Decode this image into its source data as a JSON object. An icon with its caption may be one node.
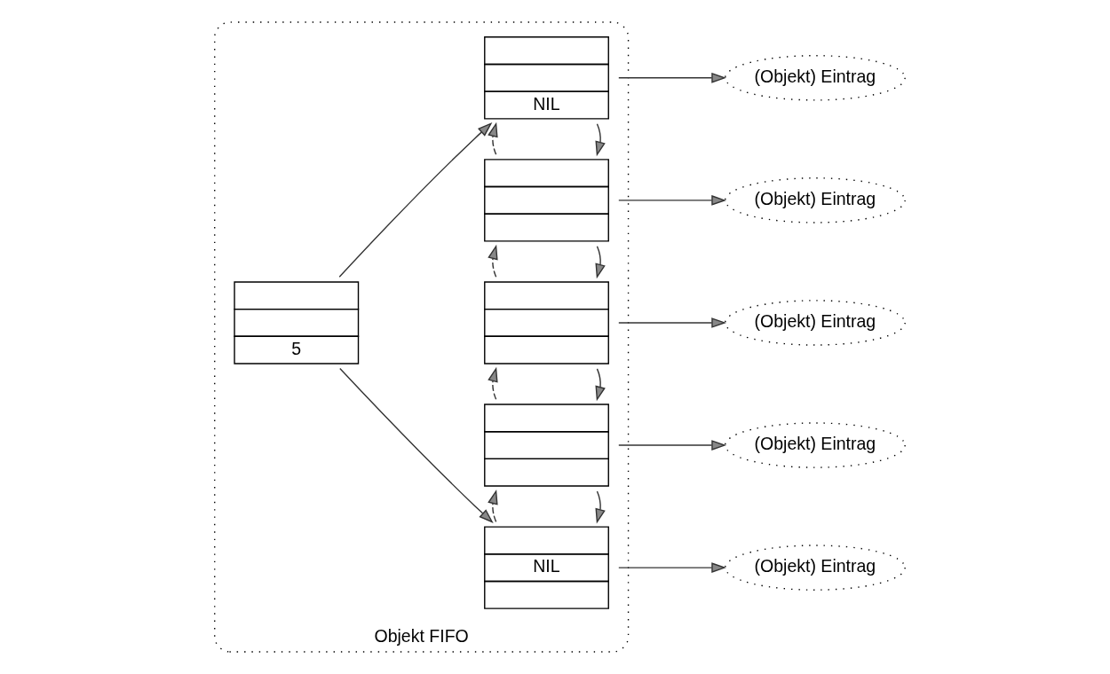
{
  "diagram": {
    "nodes": [
      {
        "text": [
          "Objekt FIFO"
        ]
      },
      {
        "text": [
          "5"
        ],
        "in": 0
      },
      {
        "text": [
          "NIL"
        ],
        "in": 0
      },
      {
        "text": [],
        "shape": "box",
        "in": 0
      },
      {
        "text": [],
        "shape": "box",
        "in": 0
      },
      {
        "text": [],
        "shape": "box",
        "in": 0
      },
      {
        "text": [
          "NIL"
        ],
        "in": 0
      },
      {
        "text": [
          "(Objekt) Eintrag"
        ]
      },
      {
        "text": [
          "(Objekt) Eintrag"
        ]
      },
      {
        "text": [
          "(Objekt) Eintrag"
        ]
      },
      {
        "text": [
          "(Objekt) Eintrag"
        ]
      },
      {
        "text": [
          "(Objekt) Eintrag"
        ]
      }
    ],
    "edges": [
      {
        "from": 1,
        "to": 2,
        "arrow": "to"
      },
      {
        "from": 1,
        "to": 6,
        "arrow": "to"
      },
      {
        "from": 2,
        "to": 3,
        "arrow": "to"
      },
      {
        "from": 3,
        "to": 4,
        "arrow": "to"
      },
      {
        "from": 4,
        "to": 5,
        "arrow": "to"
      },
      {
        "from": 5,
        "to": 6,
        "arrow": "to"
      },
      {
        "from": 3,
        "to": 2,
        "arrow": "to",
        "style": "dashed"
      },
      {
        "from": 4,
        "to": 3,
        "arrow": "to",
        "style": "dashed"
      },
      {
        "from": 5,
        "to": 4,
        "arrow": "to",
        "style": "dashed"
      },
      {
        "from": 6,
        "to": 5,
        "arrow": "to",
        "style": "dashed"
      },
      {
        "from": 2,
        "to": 7,
        "arrow": "to"
      },
      {
        "from": 3,
        "to": 8,
        "arrow": "to"
      },
      {
        "from": 4,
        "to": 9,
        "arrow": "to"
      },
      {
        "from": 5,
        "to": 10,
        "arrow": "to"
      },
      {
        "from": 6,
        "to": 11,
        "arrow": "to"
      }
    ]
  }
}
